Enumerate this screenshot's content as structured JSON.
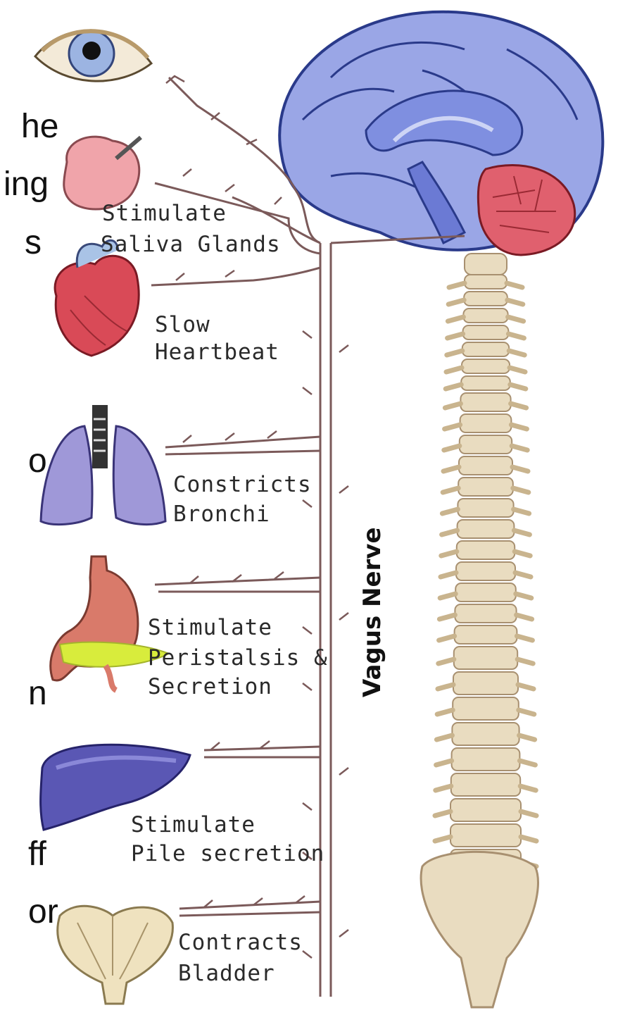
{
  "left_text_fragments": [
    "he",
    "ing",
    "s",
    "o",
    "n",
    "ff",
    "or"
  ],
  "vertical_label": "Vagus Nerve",
  "organs": [
    {
      "icon": "eye-icon",
      "label_lines": []
    },
    {
      "icon": "salivary-gland-icon",
      "label_lines": [
        "Stimulate",
        "Saliva Glands"
      ]
    },
    {
      "icon": "heart-icon",
      "label_lines": [
        "Slow",
        "Heartbeat"
      ]
    },
    {
      "icon": "lungs-icon",
      "label_lines": [
        "Constricts",
        "Bronchi"
      ]
    },
    {
      "icon": "stomach-icon",
      "label_lines": [
        "Stimulate",
        "Peristalsis &",
        "Secretion"
      ]
    },
    {
      "icon": "liver-icon",
      "label_lines": [
        "Stimulate",
        "Pile secretion"
      ]
    },
    {
      "icon": "bladder-icon",
      "label_lines": [
        "Contracts",
        "Bladder"
      ]
    }
  ],
  "colors": {
    "brain": "#9aa6e6",
    "cerebellum": "#e0606e",
    "spine": "#e9dcc0",
    "nerve": "#7b5a5a",
    "lungs": "#9f98d8",
    "liver": "#5a57b4",
    "stomach": "#d97a6a",
    "pancreas": "#d8ec3c",
    "heart": "#d94a57"
  }
}
